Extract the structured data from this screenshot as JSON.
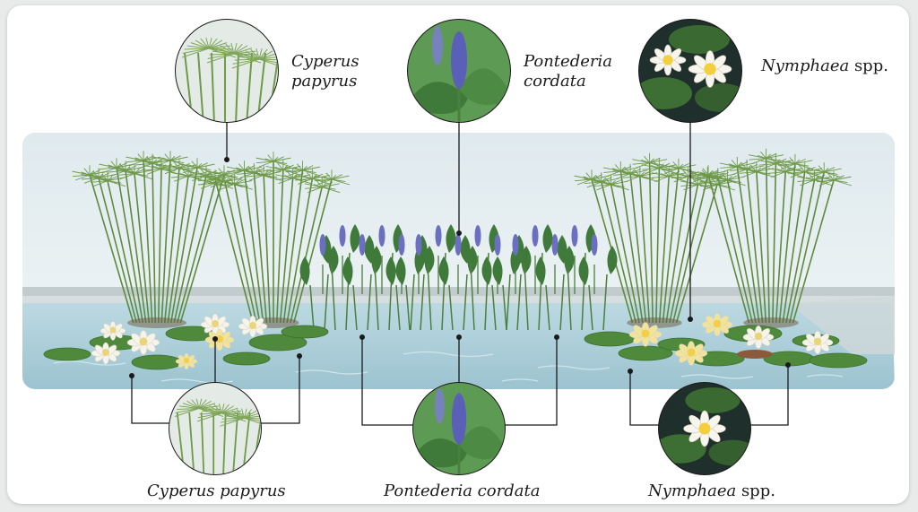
{
  "labels": {
    "top_left_line1": "Cyperus",
    "top_left_line2": "papyrus",
    "top_center_line1": "Pontederia",
    "top_center_line2": "cordata",
    "top_right_genus": "Nymphaea",
    "top_right_suffix": " spp.",
    "bottom_left": "Cyperus papyrus",
    "bottom_center": "Pontederia cordata",
    "bottom_right_genus": "Nymphaea",
    "bottom_right_suffix": " spp."
  },
  "colors": {
    "water": "#a9cdd8",
    "sky": "#e4eef2",
    "papyrus_stem": "#5e8a3e",
    "papyrus_head": "#6f9a4a",
    "pickerel_leaf": "#3f7a3a",
    "pickerel_flower": "#6a6fc0",
    "lily_pad": "#4f8a3c",
    "lily_white": "#f6f3ea",
    "lily_yellow": "#f1cf4a",
    "leader_line": "#1a1a1a"
  },
  "icons": [
    "papyrus-inset-icon",
    "pickerelweed-inset-icon",
    "water-lily-inset-icon"
  ]
}
